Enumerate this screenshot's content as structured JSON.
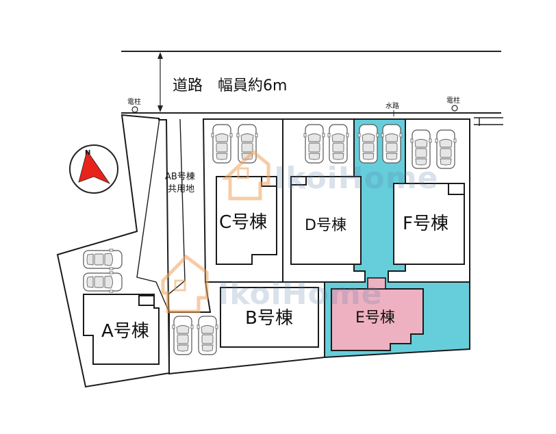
{
  "road": {
    "label": "道路　幅員約6m"
  },
  "utility_pole_label": "電柱",
  "waterway_label": "水路",
  "shared_land": {
    "line1": "AB号棟",
    "line2": "共用地"
  },
  "compass": {
    "north_label": "N"
  },
  "buildings": [
    {
      "id": "a",
      "label": "A号棟"
    },
    {
      "id": "b",
      "label": "B号棟"
    },
    {
      "id": "c",
      "label": "C号棟"
    },
    {
      "id": "d",
      "label": "D号棟"
    },
    {
      "id": "e",
      "label": "E号棟"
    },
    {
      "id": "f",
      "label": "F号棟"
    }
  ],
  "watermark": {
    "text": "IkoiHome"
  },
  "colors": {
    "highlight_lot": "#66cedb",
    "highlight_house": "#eeb1c2",
    "compass_red": "#e8231c",
    "watermark_house": "#f0a35a"
  }
}
